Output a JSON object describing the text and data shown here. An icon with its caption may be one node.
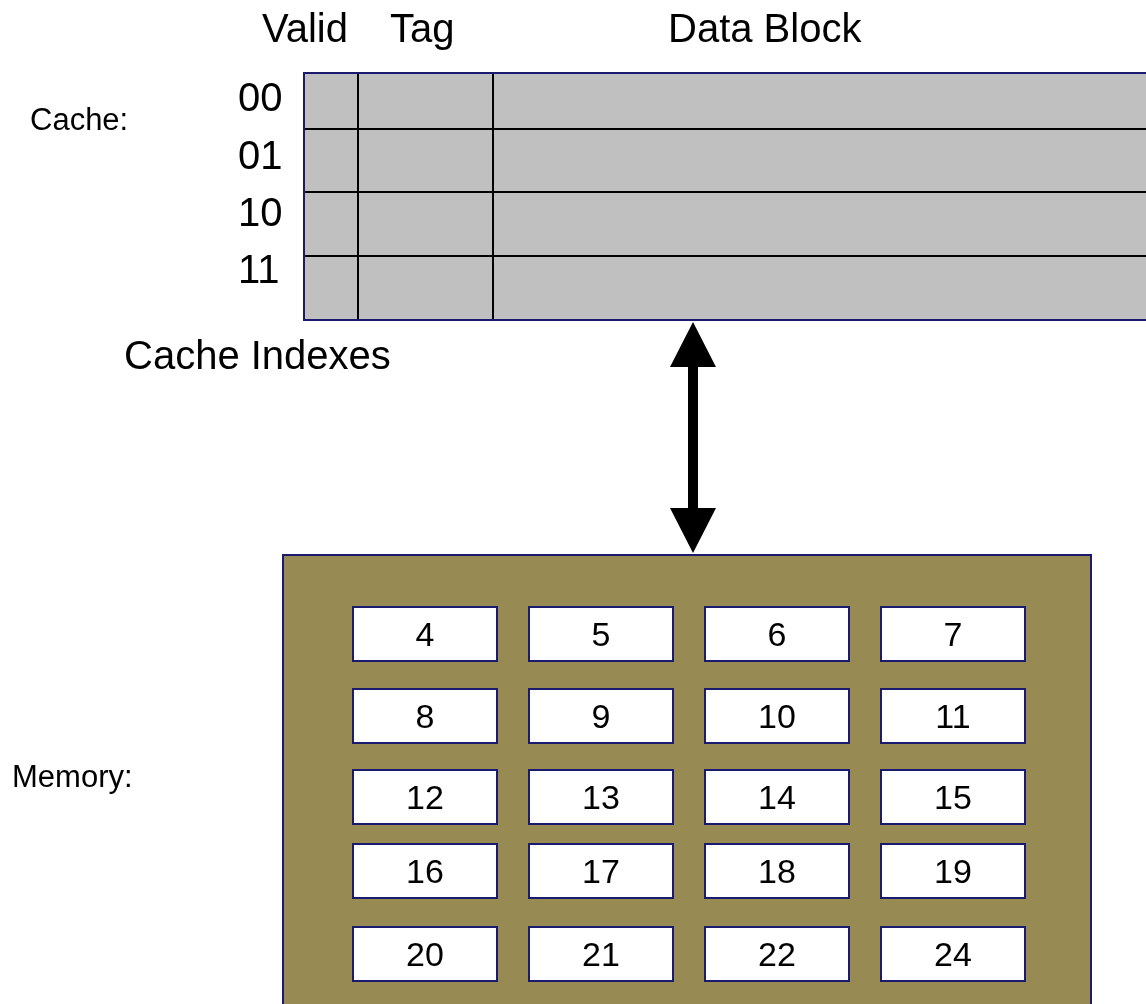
{
  "diagram": {
    "nodes": [
      {
        "text": [],
        "shape": "box"
      },
      {
        "text": [],
        "shape": "box"
      },
      {
        "text": [
          "4"
        ],
        "in": 1
      },
      {
        "text": [
          "5"
        ],
        "in": 1
      },
      {
        "text": [
          "6"
        ],
        "in": 1
      },
      {
        "text": [
          "7"
        ],
        "in": 1
      },
      {
        "text": [
          "8"
        ],
        "in": 1
      },
      {
        "text": [
          "9"
        ],
        "in": 1
      },
      {
        "text": [
          "10"
        ],
        "in": 1
      },
      {
        "text": [
          "11"
        ],
        "in": 1
      },
      {
        "text": [
          "12"
        ],
        "in": 1
      },
      {
        "text": [
          "13"
        ],
        "in": 1
      },
      {
        "text": [
          "14"
        ],
        "in": 1
      },
      {
        "text": [
          "15"
        ],
        "in": 1
      },
      {
        "text": [
          "16"
        ],
        "in": 1
      },
      {
        "text": [
          "17"
        ],
        "in": 1
      },
      {
        "text": [
          "18"
        ],
        "in": 1
      },
      {
        "text": [
          "19"
        ],
        "in": 1
      },
      {
        "text": [
          "20"
        ],
        "in": 1
      },
      {
        "text": [
          "21"
        ],
        "in": 1
      },
      {
        "text": [
          "22"
        ],
        "in": 1
      },
      {
        "text": [
          "24"
        ],
        "in": 1
      }
    ],
    "edges": [
      {
        "from": 0,
        "to": 1,
        "arrow": "both",
        "style": "thick"
      }
    ],
    "labels": [
      "Valid",
      "Tag",
      "Data Block",
      "Cache:",
      "00",
      "01",
      "10",
      "11",
      "Cache Indexes",
      "Memory:"
    ]
  }
}
